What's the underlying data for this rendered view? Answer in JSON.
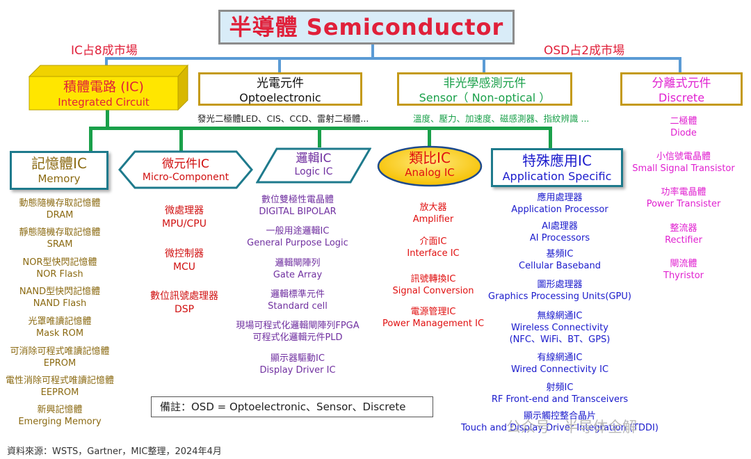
{
  "title": "半導體 Semiconductor",
  "market_share": {
    "left": "IC占8成市場",
    "right": "OSD占2成市場"
  },
  "categories": {
    "ic": {
      "zh": "積體電路 (IC)",
      "en": "Integrated Circuit"
    },
    "opto": {
      "zh": "光電元件",
      "en": "Optoelectronic",
      "examples": "發光二極體LED、CIS、CCD、雷射二極體..."
    },
    "sensor": {
      "zh": "非光學感測元件",
      "en": "Sensor（  Non-optical  ）",
      "examples": "溫度、壓力、加速度、磁感測器、指紋辨識 ..."
    },
    "discrete": {
      "zh": "分離式元件",
      "en": "Discrete"
    }
  },
  "ic_types": {
    "memory": {
      "zh": "記憶體IC",
      "en": "Memory",
      "items": [
        {
          "zh": "動態隨機存取記憶體",
          "en": "DRAM"
        },
        {
          "zh": "靜態隨機存取記憶體",
          "en": "SRAM"
        },
        {
          "zh": "NOR型快閃記憶體",
          "en": "NOR Flash"
        },
        {
          "zh": "NAND型快閃記憶體",
          "en": "NAND Flash"
        },
        {
          "zh": "光罩唯讀記憶體",
          "en": "Mask ROM"
        },
        {
          "zh": "可消除可程式唯讀記憶體",
          "en": "EPROM"
        },
        {
          "zh": "電性消除可程式唯讀記憶體",
          "en": "EEPROM"
        },
        {
          "zh": "新興記憶體",
          "en": "Emerging Memory"
        }
      ]
    },
    "micro": {
      "zh": "微元件IC",
      "en": "Micro-Component",
      "items": [
        {
          "zh": "微處理器",
          "en": "MPU/CPU"
        },
        {
          "zh": "微控制器",
          "en": "MCU"
        },
        {
          "zh": "數位訊號處理器",
          "en": "DSP"
        }
      ]
    },
    "logic": {
      "zh": "邏輯IC",
      "en": "Logic IC",
      "items": [
        {
          "zh": "數位雙極性電晶體",
          "en": "DIGITAL BIPOLAR"
        },
        {
          "zh": "一般用途邏輯IC",
          "en": "General Purpose Logic"
        },
        {
          "zh": "邏輯閘陣列",
          "en": "Gate Array"
        },
        {
          "zh": "邏輯標準元件",
          "en": "Standard cell"
        },
        {
          "zh": "現場可程式化邏輯閘陣列FPGA",
          "en": "可程式化邏輯元件PLD"
        },
        {
          "zh": "顯示器驅動IC",
          "en": "Display Driver IC"
        }
      ]
    },
    "analog": {
      "zh": "類比IC",
      "en": "Analog IC",
      "items": [
        {
          "zh": "放大器",
          "en": "Amplifier"
        },
        {
          "zh": "介面IC",
          "en": "Interface IC"
        },
        {
          "zh": "訊號轉換IC",
          "en": "Signal Conversion"
        },
        {
          "zh": "電源管理IC",
          "en": "Power Management IC"
        }
      ]
    },
    "asic": {
      "zh": "特殊應用IC",
      "en": "Application Specific",
      "items": [
        {
          "zh": "應用處理器",
          "en": "Application Processor"
        },
        {
          "zh": "AI處理器",
          "en": "AI Processors"
        },
        {
          "zh": "基頻IC",
          "en": "Cellular Baseband"
        },
        {
          "zh": "圖形處理器",
          "en": "Graphics Processing Units(GPU)"
        },
        {
          "zh": "無線網通IC",
          "en": "Wireless Connectivity",
          "en2": "(NFC、WiFi、BT、GPS)"
        },
        {
          "zh": "有線網通IC",
          "en": "Wired Connectivity IC"
        },
        {
          "zh": "射頻IC",
          "en": "RF Front-end and Transceivers"
        },
        {
          "zh": "顯示觸控整合晶片",
          "en": "Touch and Display Driver Integration (TDDI)"
        }
      ]
    }
  },
  "discrete_items": [
    {
      "zh": "二極體",
      "en": "Diode"
    },
    {
      "zh": "小信號電晶體",
      "en": "Small Signal Transistor"
    },
    {
      "zh": "功率電晶體",
      "en": "Power Transister"
    },
    {
      "zh": "整流器",
      "en": "Rectifier"
    },
    {
      "zh": "閘流體",
      "en": "Thyristor"
    }
  ],
  "note": "備註：OSD = Optoelectronic、Sensor、Discrete",
  "source": "資料來源：WSTS，Gartner，MIC整理，2024年4月",
  "watermark": "公众号 · 半导体全解",
  "colors": {
    "title_text": "#e0203a",
    "title_bg": "#d9ecf8",
    "connector_top": "#5b9bd5",
    "connector_ic": "#1aa04a",
    "box_border_gold": "#c49a18",
    "ic_box_fill": "#ffe600",
    "memory_text": "#8b6a12",
    "micro_text": "#d01010",
    "logic_text": "#7030a0",
    "analog_text": "#e01010",
    "asic_text": "#1a1acc",
    "discrete_text": "#e020d0",
    "opto_example_text": "#222222",
    "sensor_text": "#1aa04a",
    "teal_border": "#1e7a8c"
  }
}
